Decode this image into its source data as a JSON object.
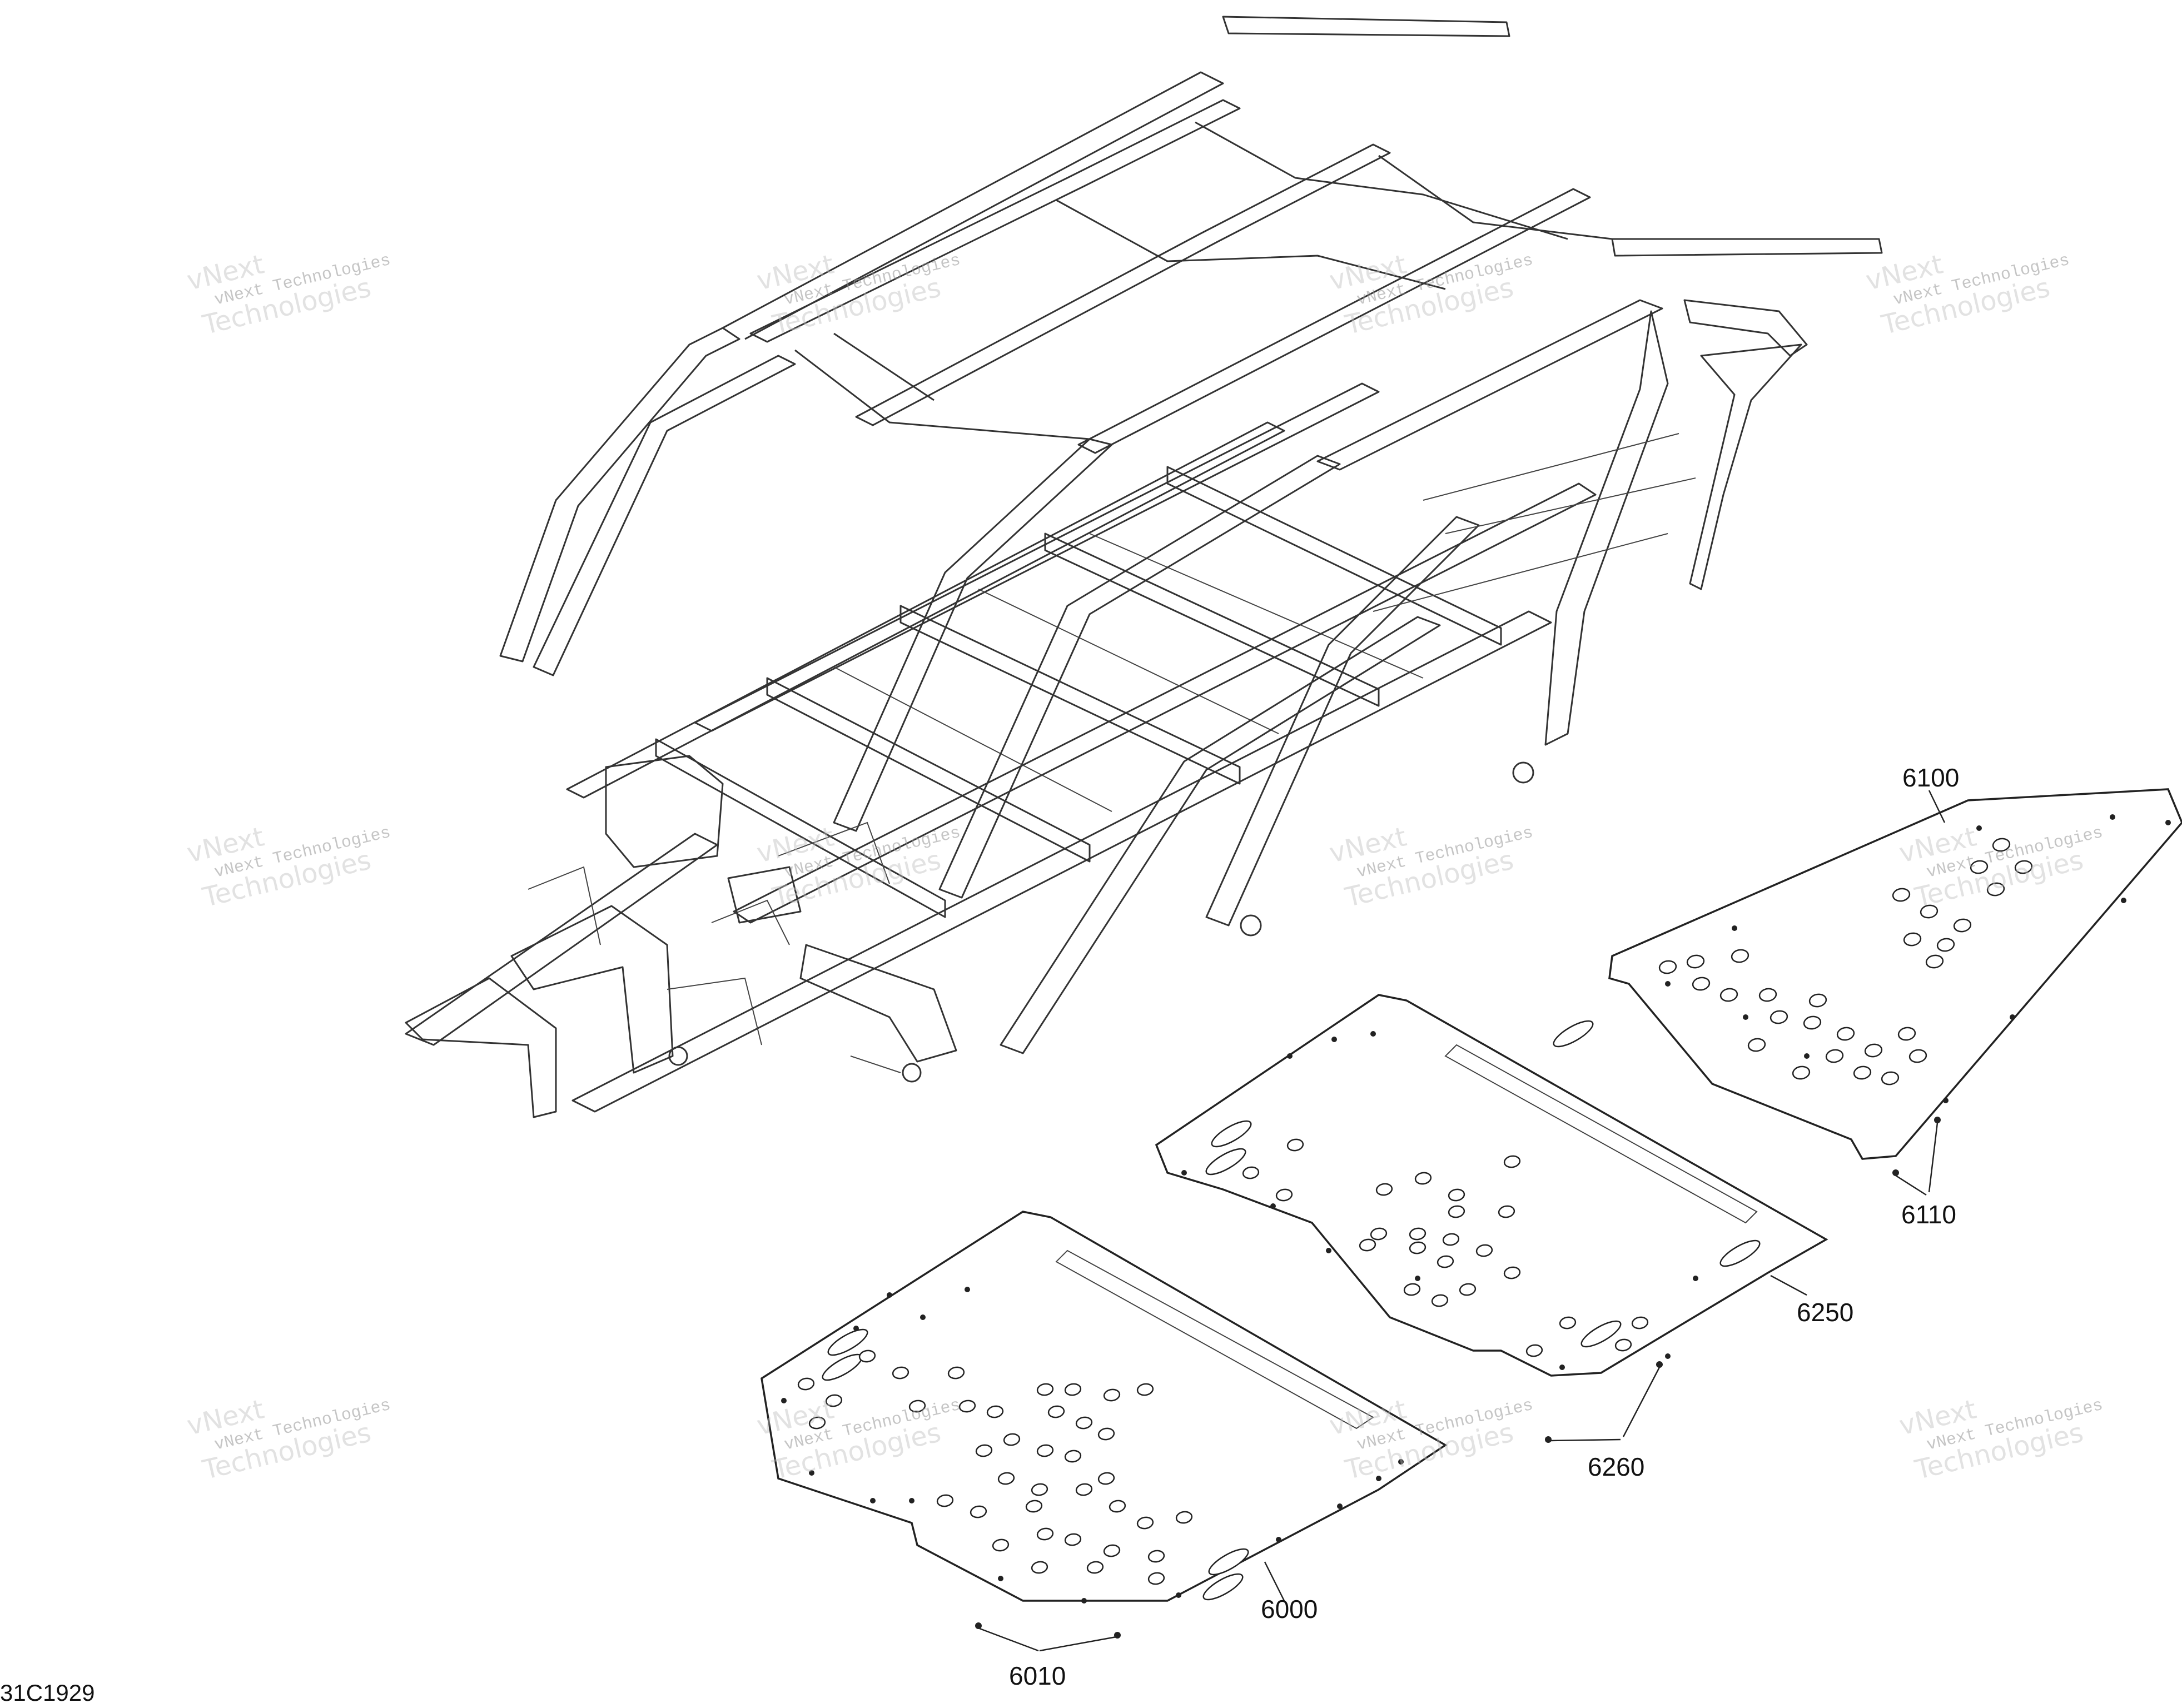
{
  "diagram": {
    "id": "31C1929",
    "callouts": [
      "6100",
      "6110",
      "6250",
      "6260",
      "6000",
      "6010"
    ]
  },
  "watermark": {
    "line1": "vNext Technologies",
    "line2": "vNext",
    "line3": "Technologies"
  }
}
